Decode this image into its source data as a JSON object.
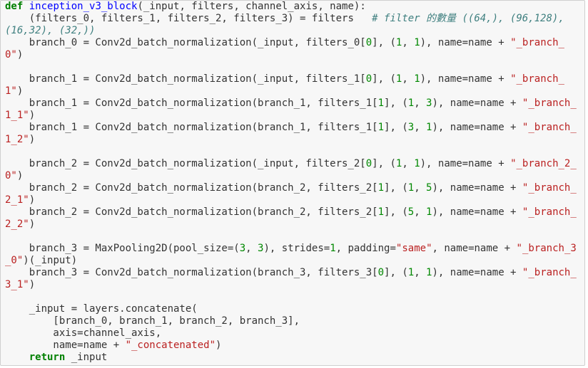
{
  "editor": {
    "background": "#f7f7f7",
    "colors": {
      "keyword": "#008000",
      "function": "#0000ff",
      "number": "#008800",
      "string": "#ba2121",
      "comment": "#408080"
    },
    "lines": [
      [
        [
          "kw",
          "def"
        ],
        [
          "t",
          " "
        ],
        [
          "fn",
          "inception_v3_block"
        ],
        [
          "t",
          "(_input, filters, channel_axis, name):"
        ]
      ],
      [
        [
          "t",
          "    (filters_0, filters_1, filters_2, filters_3) "
        ],
        [
          "t",
          "= filters   "
        ],
        [
          "cmt",
          "# filter 的數量 ((64,), (96,128),"
        ]
      ],
      [
        [
          "cmt",
          "(16,32), (32,))"
        ]
      ],
      [
        [
          "t",
          "    branch_0 "
        ],
        [
          "t",
          "= Conv2d_batch_normalization(_input, filters_0["
        ],
        [
          "num",
          "0"
        ],
        [
          "t",
          "], ("
        ],
        [
          "num",
          "1"
        ],
        [
          "t",
          ", "
        ],
        [
          "num",
          "1"
        ],
        [
          "t",
          "), name=name + "
        ],
        [
          "str",
          "\"_branch_"
        ]
      ],
      [
        [
          "str",
          "0\""
        ],
        [
          "t",
          ")"
        ]
      ],
      [
        [
          "t",
          ""
        ]
      ],
      [
        [
          "t",
          "    branch_1 = Conv2d_batch_normalization(_input, filters_1["
        ],
        [
          "num",
          "0"
        ],
        [
          "t",
          "], ("
        ],
        [
          "num",
          "1"
        ],
        [
          "t",
          ", "
        ],
        [
          "num",
          "1"
        ],
        [
          "t",
          "), name=name + "
        ],
        [
          "str",
          "\"_branch_"
        ]
      ],
      [
        [
          "str",
          "1\""
        ],
        [
          "t",
          ")"
        ]
      ],
      [
        [
          "t",
          "    branch_1 = Conv2d_batch_normalization(branch_1, filters_1["
        ],
        [
          "num",
          "1"
        ],
        [
          "t",
          "], ("
        ],
        [
          "num",
          "1"
        ],
        [
          "t",
          ", "
        ],
        [
          "num",
          "3"
        ],
        [
          "t",
          "), name=name + "
        ],
        [
          "str",
          "\"_branch_"
        ]
      ],
      [
        [
          "str",
          "1_1\""
        ],
        [
          "t",
          ")"
        ]
      ],
      [
        [
          "t",
          "    branch_1 = Conv2d_batch_normalization(branch_1, filters_1["
        ],
        [
          "num",
          "1"
        ],
        [
          "t",
          "], ("
        ],
        [
          "num",
          "3"
        ],
        [
          "t",
          ", "
        ],
        [
          "num",
          "1"
        ],
        [
          "t",
          "), name=name + "
        ],
        [
          "str",
          "\"_branch_"
        ]
      ],
      [
        [
          "str",
          "1_2\""
        ],
        [
          "t",
          ")"
        ]
      ],
      [
        [
          "t",
          ""
        ]
      ],
      [
        [
          "t",
          "    branch_2 = Conv2d_batch_normalization(_input, filters_2["
        ],
        [
          "num",
          "0"
        ],
        [
          "t",
          "], ("
        ],
        [
          "num",
          "1"
        ],
        [
          "t",
          ", "
        ],
        [
          "num",
          "1"
        ],
        [
          "t",
          "), name=name + "
        ],
        [
          "str",
          "\"_branch_2_"
        ]
      ],
      [
        [
          "str",
          "0\""
        ],
        [
          "t",
          ")"
        ]
      ],
      [
        [
          "t",
          "    branch_2 = Conv2d_batch_normalization(branch_2, filters_2["
        ],
        [
          "num",
          "1"
        ],
        [
          "t",
          "], ("
        ],
        [
          "num",
          "1"
        ],
        [
          "t",
          ", "
        ],
        [
          "num",
          "5"
        ],
        [
          "t",
          "), name=name + "
        ],
        [
          "str",
          "\"_branch_"
        ]
      ],
      [
        [
          "str",
          "2_1\""
        ],
        [
          "t",
          ")"
        ]
      ],
      [
        [
          "t",
          "    branch_2 = Conv2d_batch_normalization(branch_2, filters_2["
        ],
        [
          "num",
          "1"
        ],
        [
          "t",
          "], ("
        ],
        [
          "num",
          "5"
        ],
        [
          "t",
          ", "
        ],
        [
          "num",
          "1"
        ],
        [
          "t",
          "), name=name + "
        ],
        [
          "str",
          "\"_branch_"
        ]
      ],
      [
        [
          "str",
          "2_2\""
        ],
        [
          "t",
          ")"
        ]
      ],
      [
        [
          "t",
          ""
        ]
      ],
      [
        [
          "t",
          "    branch_3 = MaxPooling2D(pool_size=("
        ],
        [
          "num",
          "3"
        ],
        [
          "t",
          ", "
        ],
        [
          "num",
          "3"
        ],
        [
          "t",
          "), strides="
        ],
        [
          "num",
          "1"
        ],
        [
          "t",
          ", padding="
        ],
        [
          "str",
          "\"same\""
        ],
        [
          "t",
          ", name=name + "
        ],
        [
          "str",
          "\"_branch_3"
        ]
      ],
      [
        [
          "str",
          "_0\""
        ],
        [
          "t",
          ")(_input)"
        ]
      ],
      [
        [
          "t",
          "    branch_3 = Conv2d_batch_normalization(branch_3, filters_3["
        ],
        [
          "num",
          "0"
        ],
        [
          "t",
          "], ("
        ],
        [
          "num",
          "1"
        ],
        [
          "t",
          ", "
        ],
        [
          "num",
          "1"
        ],
        [
          "t",
          "), name=name + "
        ],
        [
          "str",
          "\"_branch_"
        ]
      ],
      [
        [
          "str",
          "3_1\""
        ],
        [
          "t",
          ")"
        ]
      ],
      [
        [
          "t",
          ""
        ]
      ],
      [
        [
          "t",
          "    _input = layers.concatenate("
        ]
      ],
      [
        [
          "t",
          "        [branch_0, branch_1, branch_2, branch_3],"
        ]
      ],
      [
        [
          "t",
          "        axis=channel_axis,"
        ]
      ],
      [
        [
          "t",
          "        name=name + "
        ],
        [
          "str",
          "\"_concatenated\""
        ],
        [
          "t",
          ")"
        ]
      ],
      [
        [
          "t",
          "    "
        ],
        [
          "kw",
          "return"
        ],
        [
          "t",
          " _input"
        ]
      ]
    ]
  }
}
